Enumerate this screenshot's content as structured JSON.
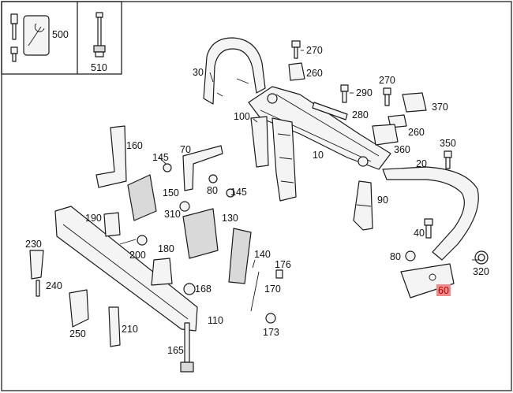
{
  "labels": {
    "l500": "500",
    "l510": "510",
    "l30": "30",
    "l270a": "270",
    "l260a": "260",
    "l290": "290",
    "l270b": "270",
    "l370": "370",
    "l280": "280",
    "l260b": "260",
    "l100": "100",
    "l360": "360",
    "l350": "350",
    "l160": "160",
    "l145a": "145",
    "l70": "70",
    "l10": "10",
    "l20": "20",
    "l150": "150",
    "l80a": "80",
    "l145b": "145",
    "l90": "90",
    "l310": "310",
    "l130": "130",
    "l190": "190",
    "l40": "40",
    "l200": "200",
    "l230": "230",
    "l180": "180",
    "l140": "140",
    "l176": "176",
    "l80b": "80",
    "l320": "320",
    "l240": "240",
    "l168": "168",
    "l170": "170",
    "l60": "60",
    "l250": "250",
    "l210": "210",
    "l110": "110",
    "l173": "173",
    "l165": "165"
  },
  "colors": {
    "highlight": "#f08a8a",
    "line": "#1a1a1a"
  }
}
